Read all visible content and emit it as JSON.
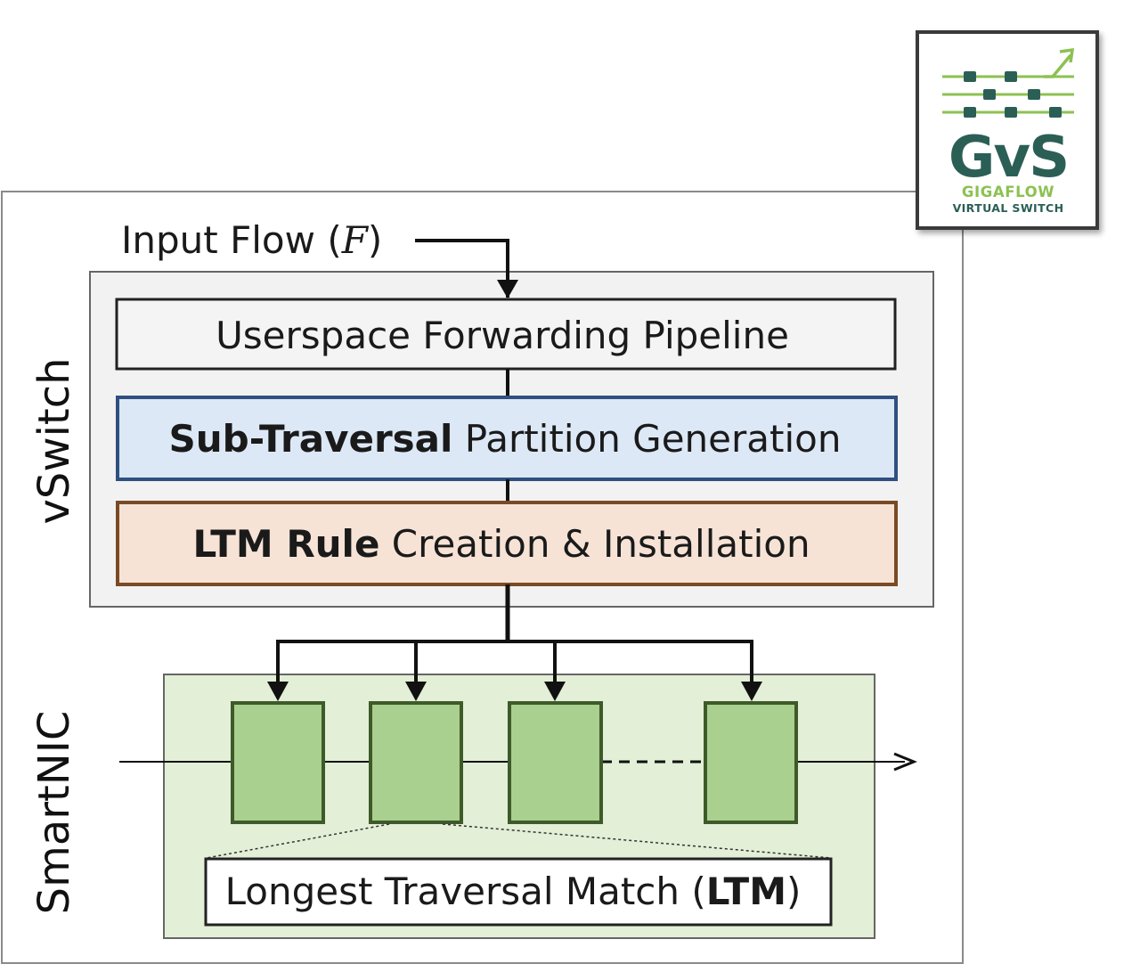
{
  "input_flow": {
    "label": "Input Flow (",
    "variable": "F",
    "close": ")"
  },
  "vswitch": {
    "side_label": "vSwitch",
    "userspace_label": "Userspace Forwarding Pipeline",
    "subtraversal_bold": "Sub-Traversal",
    "subtraversal_rest": " Partition Generation",
    "ltm_bold": "LTM Rule",
    "ltm_rest": " Creation & Installation"
  },
  "smartnic": {
    "side_label": "SmartNIC",
    "ltm_caption_prefix": "Longest Traversal Match (",
    "ltm_caption_bold": "LTM",
    "ltm_caption_suffix": ")"
  },
  "logo": {
    "wordmark": "GvS",
    "tagline_top": "GIGAFLOW",
    "tagline_bottom": "VIRTUAL SWITCH"
  },
  "colors": {
    "subtraversal_fill": "#dde8f6",
    "subtraversal_border": "#2f5080",
    "ltm_fill": "#f6e3d6",
    "ltm_border": "#7a4a24",
    "smartnic_fill": "#e3efd6",
    "table_fill": "#a9d08e",
    "table_border": "#3e5a2a",
    "logo_dark": "#2b5f56",
    "logo_green": "#8cc152"
  }
}
